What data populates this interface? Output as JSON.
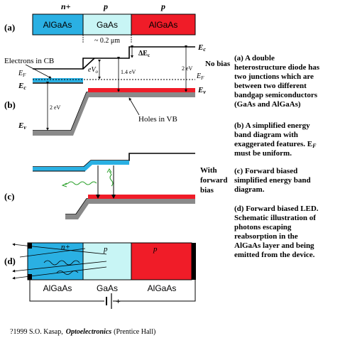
{
  "colors": {
    "algaas_n": "#2ab0e3",
    "gaas": "#c8f5f5",
    "algaas_p": "#f01c28",
    "valence_gray": "#8a8a8a",
    "electron_cyan": "#2ab0e3",
    "hole_red": "#f01c28",
    "photon_green": "#2aa02a"
  },
  "panel_labels": {
    "a": "(a)",
    "b": "(b)",
    "c": "(c)",
    "d": "(d)"
  },
  "panel_a": {
    "type_n": "n+",
    "type_p1": "p",
    "type_p2": "p",
    "layer1": "AlGaAs",
    "layer2": "GaAs",
    "layer3": "AlGaAs",
    "width_label": "~ 0.2 μm"
  },
  "panel_b": {
    "ec_label": "E",
    "ec_sub": "c",
    "ec_left": "E",
    "ec_left_sub": "c",
    "ef_left": "E",
    "ef_left_sub": "F",
    "ef_right": "E",
    "ef_right_sub": "F",
    "ev_right": "E",
    "ev_right_sub": "v",
    "ev_left": "E",
    "ev_left_sub": "v",
    "delta_ec": "ΔE",
    "delta_ec_sub": "c",
    "electrons_cb": "Electrons in CB",
    "holes_vb": "Holes in VB",
    "no_bias": "No bias",
    "eVo": "eV",
    "eVo_sub": "o",
    "gap_2eV_left": "2 eV",
    "gap_14eV": "1.4 eV",
    "gap_2eV_right": "2 eV"
  },
  "panel_c": {
    "forward_bias": [
      "With",
      "forward",
      "bias"
    ]
  },
  "panel_d": {
    "n_label": "n+",
    "p1_label": "p",
    "p2_label": "p",
    "layer1": "AlGaAs",
    "layer2": "GaAs",
    "layer3": "AlGaAs",
    "battery_minus": "−",
    "battery_plus": "+"
  },
  "captions": [
    [
      "(a) A double",
      "heterostructure diode has",
      "two junctions which are",
      "between two different",
      "bandgap semiconductors",
      "(GaAs and AlGaAs)"
    ],
    [
      "(b) A simplified energy",
      "band diagram with",
      "exaggerated features. E",
      "must be uniform."
    ],
    [
      "(c) Forward biased",
      "simplified energy band",
      "diagram."
    ],
    [
      "(d) Forward biased LED.",
      "Schematic illustration of",
      "photons escaping",
      "reabsorption in the",
      "AlGaAs layer and being",
      "emitted from the device."
    ]
  ],
  "caption_b_sub": "F",
  "footer": {
    "prefix": "?1999 S.O. Kasap,",
    "title": "Optoelectronics",
    "suffix": "(Prentice Hall)"
  }
}
